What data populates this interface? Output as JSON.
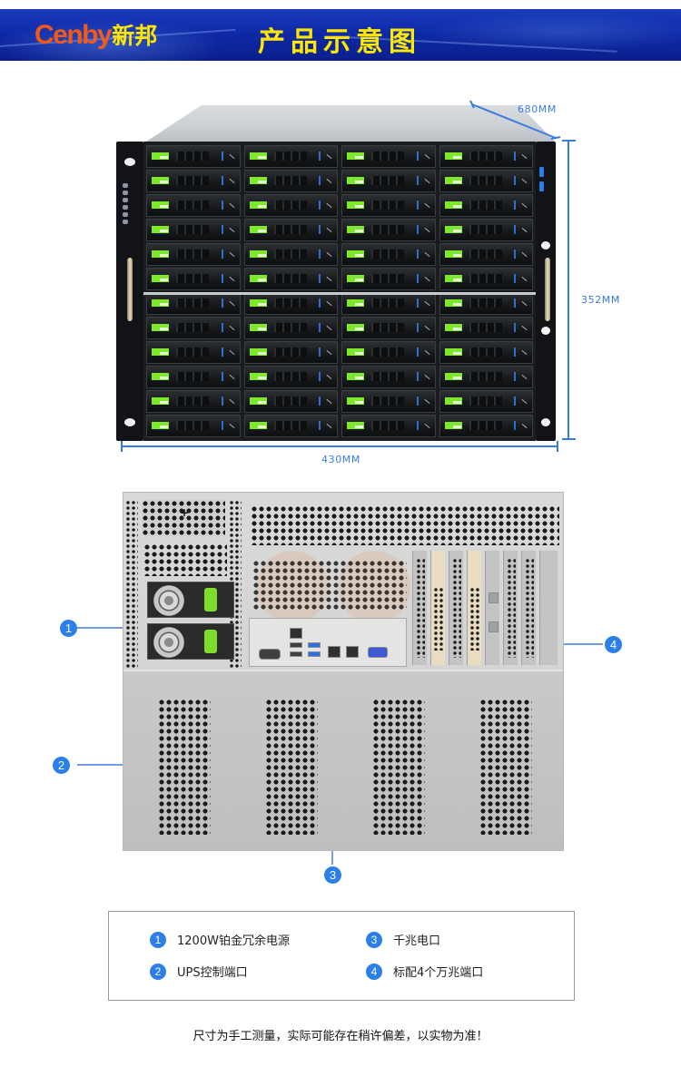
{
  "banner": {
    "logo_en": "Cenby",
    "logo_cn": "新邦",
    "title": "产品示意图",
    "background_color": "#1230b0",
    "logo_en_color": "#f25a16",
    "title_color": "#ffe800"
  },
  "front_view": {
    "dimensions": {
      "depth": "680MM",
      "height": "352MM",
      "width": "430MM"
    },
    "drive_bays": {
      "columns": 4,
      "rows": 12,
      "groups": 2
    },
    "dimension_color": "#3a7be0"
  },
  "rear_view": {
    "callouts": [
      {
        "number": "1",
        "target": "power-supply"
      },
      {
        "number": "2",
        "target": "serial-port"
      },
      {
        "number": "3",
        "target": "gigabit-ethernet-port"
      },
      {
        "number": "4",
        "target": "10gbe-ports"
      }
    ],
    "callout_color": "#2c7fe8"
  },
  "legend": {
    "items": [
      {
        "number": "1",
        "label": "1200W铂金冗余电源"
      },
      {
        "number": "2",
        "label": "UPS控制端口"
      },
      {
        "number": "3",
        "label": "千兆电口"
      },
      {
        "number": "4",
        "label": "标配4个万兆端口"
      }
    ]
  },
  "disclaimer": "尺寸为手工测量，实际可能存在稍许偏差，以实物为准！"
}
